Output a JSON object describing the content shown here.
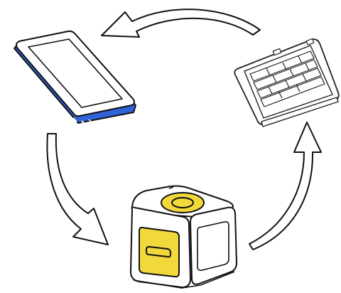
{
  "diagram": {
    "type": "cycle",
    "flow": "clockwise",
    "nodes": [
      {
        "id": "phone",
        "icon": "smartphone-icon",
        "position": "top-left"
      },
      {
        "id": "panel",
        "icon": "keyboard-device-icon",
        "position": "top-right"
      },
      {
        "id": "cube",
        "icon": "smart-cube-device-icon",
        "position": "bottom-center"
      }
    ],
    "arrows": [
      {
        "from": "phone",
        "to": "cube",
        "icon": "curved-arrow-down-icon"
      },
      {
        "from": "cube",
        "to": "panel",
        "icon": "curved-arrow-up-icon"
      },
      {
        "from": "panel",
        "to": "phone",
        "icon": "curved-arrow-left-icon"
      }
    ]
  },
  "colors": {
    "outline": "#111111",
    "phone_accent": "#2f63d6",
    "cube_accent": "#f2d93b",
    "fill": "#ffffff"
  }
}
